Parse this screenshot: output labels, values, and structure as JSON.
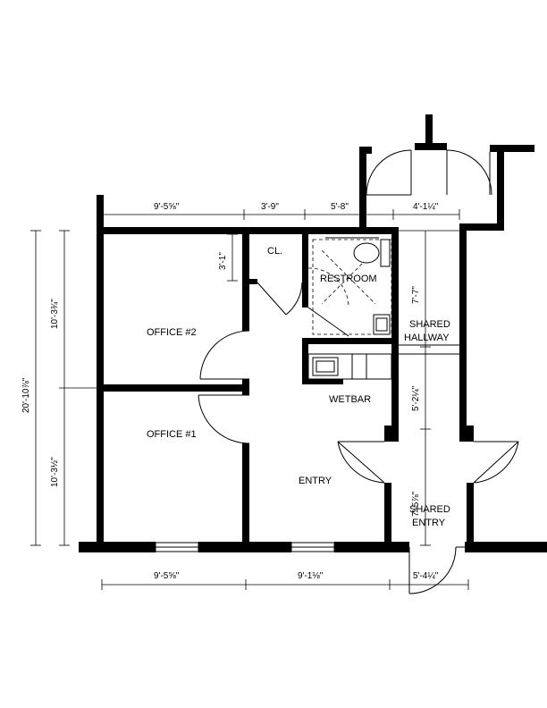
{
  "rooms": {
    "office2": "OFFICE #2",
    "office1": "OFFICE #1",
    "closet": "CL.",
    "restroom": "RESTROOM",
    "wetbar": "WETBAR",
    "entry": "ENTRY",
    "shared_hallway_1": "SHARED",
    "shared_hallway_2": "HALLWAY",
    "shared_entry_1": "SHARED",
    "shared_entry_2": "ENTRY"
  },
  "dimensions": {
    "top_office2_width": "9'-5⅝\"",
    "top_closet_width": "3'-9\"",
    "top_restroom_width": "5'-8\"",
    "top_hallway_width": "4'-1¼\"",
    "closet_depth": "3'-1\"",
    "overall_depth": "20'-10⅞\"",
    "office2_depth": "10'-3¾\"",
    "office1_depth": "10'-3½\"",
    "hallway_1": "7'-7\"",
    "hallway_2": "5'-2¼\"",
    "hallway_3": "7'-5⅞\"",
    "bottom_office1_width": "9'-5⅝\"",
    "bottom_entry_width": "9'-1⅛\"",
    "bottom_shared_entry_width": "5'-4¼\""
  }
}
